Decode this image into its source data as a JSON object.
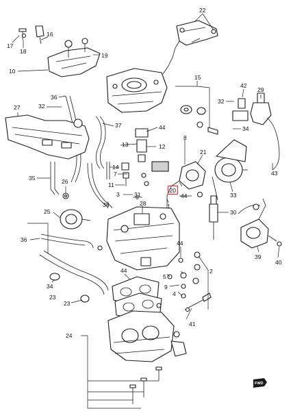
{
  "diagram": {
    "callouts": [
      {
        "id": "c22",
        "label": "22"
      },
      {
        "id": "c17",
        "label": "17"
      },
      {
        "id": "c18",
        "label": "18"
      },
      {
        "id": "c16",
        "label": "16"
      },
      {
        "id": "c19",
        "label": "19"
      },
      {
        "id": "c10",
        "label": "10"
      },
      {
        "id": "c15",
        "label": "15"
      },
      {
        "id": "c36a",
        "label": "36"
      },
      {
        "id": "c42",
        "label": "42"
      },
      {
        "id": "c29",
        "label": "29"
      },
      {
        "id": "c27",
        "label": "27"
      },
      {
        "id": "c32a",
        "label": "32"
      },
      {
        "id": "c32b",
        "label": "32"
      },
      {
        "id": "c37",
        "label": "37"
      },
      {
        "id": "c44a",
        "label": "44"
      },
      {
        "id": "c34",
        "label": "34"
      },
      {
        "id": "c13",
        "label": "13"
      },
      {
        "id": "c12",
        "label": "12"
      },
      {
        "id": "c8",
        "label": "8"
      },
      {
        "id": "c21",
        "label": "21"
      },
      {
        "id": "c14",
        "label": "14"
      },
      {
        "id": "c7",
        "label": "7"
      },
      {
        "id": "c11",
        "label": "11"
      },
      {
        "id": "c20",
        "label": "20"
      },
      {
        "id": "c6",
        "label": "6"
      },
      {
        "id": "c1",
        "label": "1"
      },
      {
        "id": "c44b",
        "label": "44"
      },
      {
        "id": "c33",
        "label": "33"
      },
      {
        "id": "c43",
        "label": "43"
      },
      {
        "id": "c35",
        "label": "35"
      },
      {
        "id": "c26",
        "label": "26"
      },
      {
        "id": "c3",
        "label": "3"
      },
      {
        "id": "c31",
        "label": "31"
      },
      {
        "id": "c38",
        "label": "38"
      },
      {
        "id": "c25",
        "label": "25"
      },
      {
        "id": "c28",
        "label": "28"
      },
      {
        "id": "c30",
        "label": "30"
      },
      {
        "id": "c36b",
        "label": "36"
      },
      {
        "id": "c44c",
        "label": "44"
      },
      {
        "id": "c39",
        "label": "39"
      },
      {
        "id": "c40",
        "label": "40"
      },
      {
        "id": "c34b",
        "label": "34"
      },
      {
        "id": "c23a",
        "label": "23"
      },
      {
        "id": "c44d",
        "label": "44"
      },
      {
        "id": "c5",
        "label": "5"
      },
      {
        "id": "c2",
        "label": "2"
      },
      {
        "id": "c9",
        "label": "9"
      },
      {
        "id": "c4",
        "label": "4"
      },
      {
        "id": "c23b",
        "label": "23"
      },
      {
        "id": "c41",
        "label": "41"
      },
      {
        "id": "c24",
        "label": "24"
      }
    ],
    "highlighted_callout": "20",
    "highlight_color": "#e0303a",
    "front_badge": "FWD"
  }
}
